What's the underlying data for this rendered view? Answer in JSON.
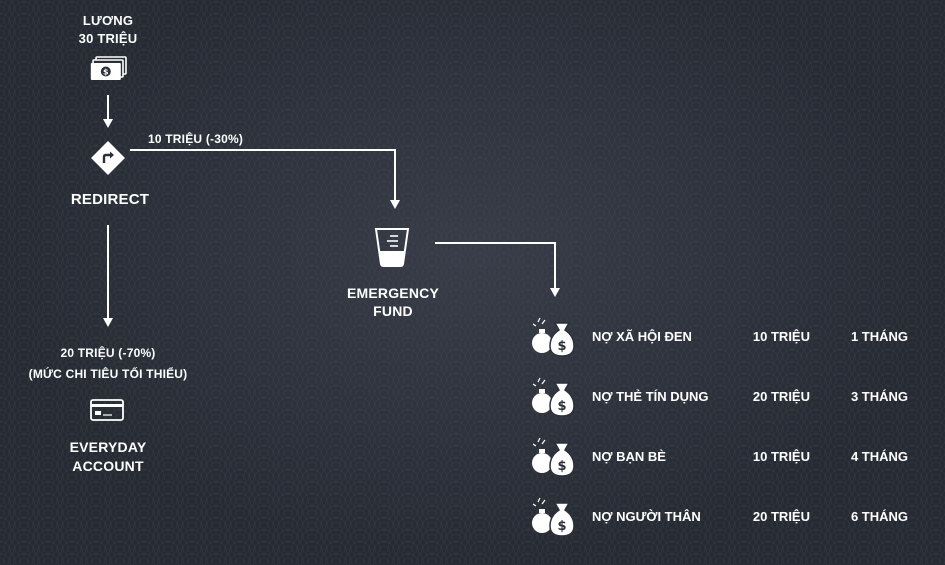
{
  "salary": {
    "line1": "LƯƠNG",
    "line2": "30 TRIỆU",
    "icon": "cash-icon"
  },
  "redirect": {
    "label": "REDIRECT",
    "icon": "redirect-arrow-icon"
  },
  "to_fund_label": "10 TRIỆU (-30%)",
  "fund": {
    "line1": "EMERGENCY",
    "line2": "FUND",
    "icon": "jar-icon"
  },
  "to_account": {
    "line1": "20 TRIỆU (-70%)",
    "line2": "(MỨC CHI TIÊU TỐI THIỂU)"
  },
  "account": {
    "line1": "EVERYDAY",
    "line2": "ACCOUNT",
    "icon": "credit-card-icon"
  },
  "debts": [
    {
      "name": "NỢ XÃ HỘI ĐEN",
      "amount": "10 TRIỆU",
      "duration": "1 THÁNG",
      "icon": "money-bag-icon"
    },
    {
      "name": "NỢ THẺ TÍN DỤNG",
      "amount": "20 TRIỆU",
      "duration": "3 THÁNG",
      "icon": "money-bag-icon"
    },
    {
      "name": "NỢ BẠN BÈ",
      "amount": "10 TRIỆU",
      "duration": "4 THÁNG",
      "icon": "money-bag-icon"
    },
    {
      "name": "NỢ NGƯỜI THÂN",
      "amount": "20 TRIỆU",
      "duration": "6 THÁNG",
      "icon": "money-bag-icon"
    }
  ],
  "colors": {
    "background": "#262a33",
    "foreground": "#ffffff"
  }
}
